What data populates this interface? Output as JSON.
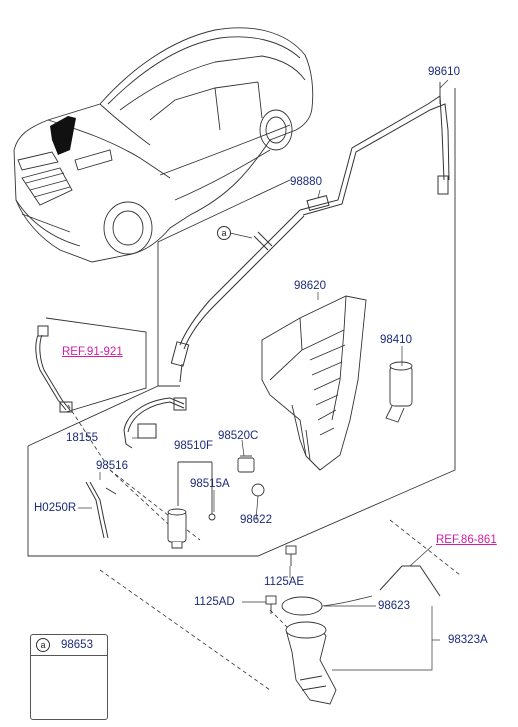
{
  "callout_letter": "a",
  "legend": {
    "letter": "a",
    "part": "98653"
  },
  "labels": {
    "p98610": "98610",
    "p98880": "98880",
    "p98620": "98620",
    "p98410": "98410",
    "ref1": "REF.91-921",
    "p18155": "18155",
    "p98510F": "98510F",
    "p98520C": "98520C",
    "p98516": "98516",
    "p98515A": "98515A",
    "pH0250R": "H0250R",
    "p98622": "98622",
    "ref2": "REF.86-861",
    "p1125AE": "1125AE",
    "p1125AD": "1125AD",
    "p98623": "98623",
    "p98323A": "98323A"
  },
  "colors": {
    "part_label": "#1c2a7a",
    "ref_label": "#d51aa8",
    "line": "#333333"
  }
}
